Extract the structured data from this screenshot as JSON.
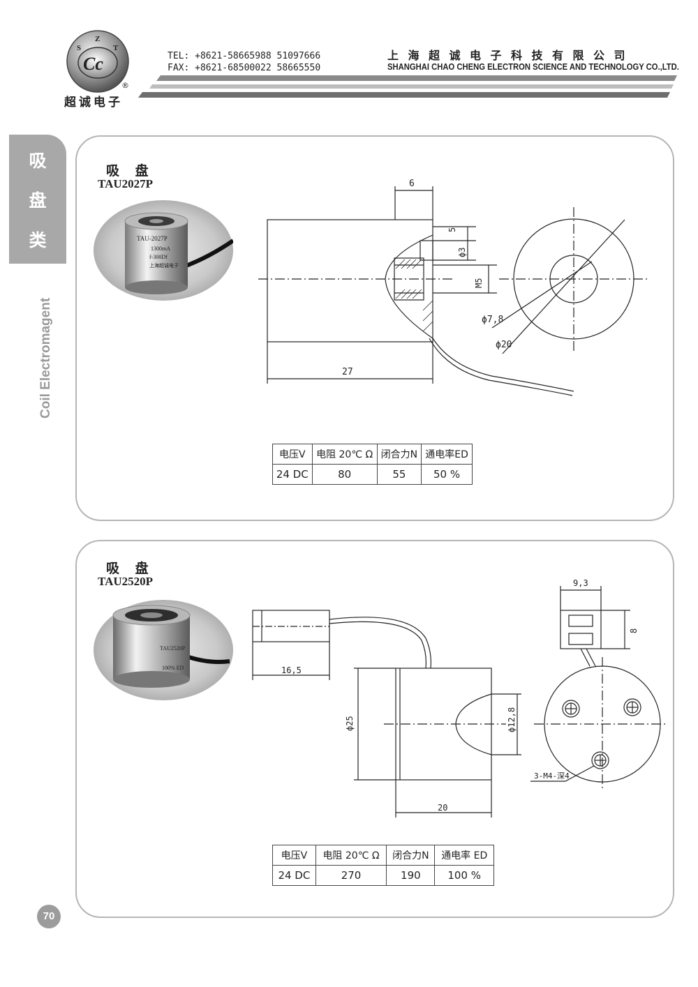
{
  "header": {
    "logo_letters": [
      "S",
      "Z",
      "T"
    ],
    "logo_mark": "Cc",
    "logo_registered": "®",
    "logo_name": "超诚电子",
    "tel": "TEL: +8621-58665988 51097666",
    "fax": "FAX: +8621-68500022 58665550",
    "company_cn": "上海超诚电子科技有限公司",
    "company_en": "SHANGHAI CHAO CHENG ELECTRON SCIENCE AND TECHNOLOGY CO.,LTD."
  },
  "side": {
    "tab_chars": [
      "吸",
      "盘",
      "类"
    ],
    "vertical_label": "Coil Electromagent"
  },
  "products": [
    {
      "title": "吸 盘",
      "model": "TAU2027P",
      "photo_labels": [
        "TAU-2027P",
        "1300mA",
        "f-300Df",
        "上海超诚电子"
      ],
      "dims": {
        "d6": "6",
        "d5": "5",
        "phi3": "ϕ3",
        "m5": "M5",
        "phi78": "ϕ7,8",
        "phi20": "ϕ20",
        "d27": "27"
      },
      "table": {
        "headers": [
          "电压V",
          "电阻 20℃ Ω",
          "闭合力N",
          "通电率ED"
        ],
        "values": [
          "24  DC",
          "80",
          "55",
          "50 %"
        ]
      }
    },
    {
      "title": "吸 盘",
      "model": "TAU2520P",
      "photo_labels": [
        "TAU2520P",
        "100% ED"
      ],
      "dims": {
        "d93": "9,3",
        "d8": "8",
        "d165": "16,5",
        "phi25": "ϕ25",
        "phi128": "ϕ12,8",
        "d20": "20",
        "holes": "3-M4-深4"
      },
      "table": {
        "headers": [
          "电压V",
          "电阻 20℃ Ω",
          "闭合力N",
          "通电率 ED"
        ],
        "values": [
          "24  DC",
          "270",
          "190",
          "100 %"
        ]
      }
    }
  ],
  "page_number": "70",
  "colors": {
    "tab_gray": "#a8a8a8",
    "panel_border": "#b5b5b5",
    "text": "#222222"
  }
}
